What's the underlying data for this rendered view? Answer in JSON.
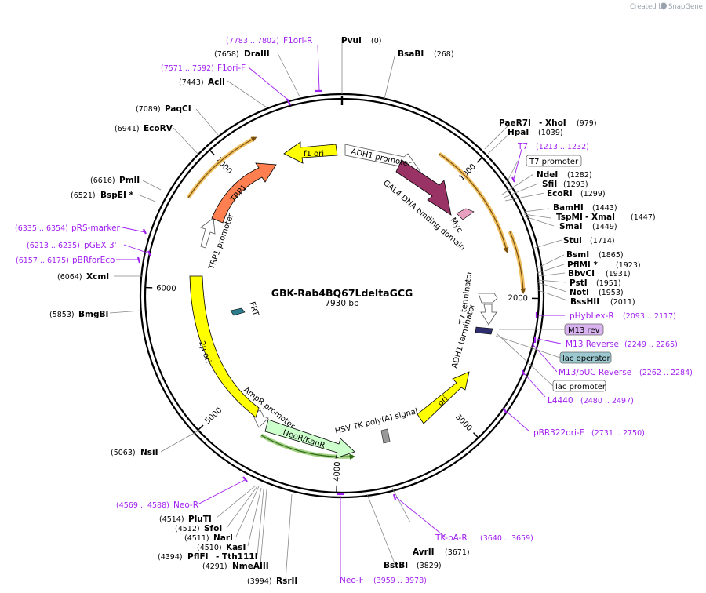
{
  "credit": {
    "text": "Created by",
    "brand": "SnapGene"
  },
  "plasmid": {
    "name": "GBK-Rab4BQ67LdeltaGCG",
    "size": "7930 bp"
  },
  "ticks": [
    "1000",
    "2000",
    "3000",
    "4000",
    "5000",
    "6000",
    "7000"
  ],
  "sites": [
    {
      "name": "PvuI",
      "coord": "(0)"
    },
    {
      "name": "BsaBI",
      "coord": "(268)"
    },
    {
      "name": "PaeR7I",
      "suffix": "- XhoI",
      "coord": "(979)"
    },
    {
      "name": "HpaI",
      "coord": "(1039)"
    },
    {
      "name": "NdeI",
      "coord": "(1282)"
    },
    {
      "name": "SfiI",
      "coord": "(1293)"
    },
    {
      "name": "EcoRI",
      "coord": "(1299)"
    },
    {
      "name": "BamHI",
      "coord": "(1443)"
    },
    {
      "name": "TspMI",
      "suffix": "- XmaI",
      "coord": "(1447)"
    },
    {
      "name": "SmaI",
      "coord": "(1449)"
    },
    {
      "name": "StuI",
      "coord": "(1714)"
    },
    {
      "name": "BsmI",
      "coord": "(1865)"
    },
    {
      "name": "PflMI *",
      "coord": "(1923)"
    },
    {
      "name": "BbvCI",
      "coord": "(1931)"
    },
    {
      "name": "PstI",
      "coord": "(1951)"
    },
    {
      "name": "NotI",
      "coord": "(1953)"
    },
    {
      "name": "BssHII",
      "coord": "(2011)"
    },
    {
      "name": "AvrII",
      "coord": "(3671)"
    },
    {
      "name": "BstBI",
      "coord": "(3829)"
    },
    {
      "name": "RsrII",
      "coord": "(3994)"
    },
    {
      "name": "NmeAIII",
      "coord": "(4291)"
    },
    {
      "name": "PflFI",
      "suffix": "- Tth111I",
      "coord": "(4394)"
    },
    {
      "name": "KasI",
      "coord": "(4510)"
    },
    {
      "name": "NarI",
      "coord": "(4511)"
    },
    {
      "name": "SfoI",
      "coord": "(4512)"
    },
    {
      "name": "PluTI",
      "coord": "(4514)"
    },
    {
      "name": "NsiI",
      "coord": "(5063)"
    },
    {
      "name": "BmgBI",
      "coord": "(5853)"
    },
    {
      "name": "XcmI",
      "coord": "(6064)"
    },
    {
      "name": "BspEI *",
      "coord": "(6521)"
    },
    {
      "name": "PmlI",
      "coord": "(6616)"
    },
    {
      "name": "EcoRV",
      "coord": "(6941)"
    },
    {
      "name": "PaqCI",
      "coord": "(7089)"
    },
    {
      "name": "AclI",
      "coord": "(7443)"
    },
    {
      "name": "DraIII",
      "coord": "(7658)"
    }
  ],
  "primers": [
    {
      "name": "F1ori-R",
      "coord": "(7783 .. 7802)"
    },
    {
      "name": "F1ori-F",
      "coord": "(7571 .. 7592)"
    },
    {
      "name": "T7",
      "coord": "(1213 .. 1232)"
    },
    {
      "name": "pHybLex-R",
      "coord": "(2093 .. 2117)"
    },
    {
      "name": "M13 Reverse",
      "coord": "(2249 .. 2265)"
    },
    {
      "name": "M13/pUC Reverse",
      "coord": "(2262 .. 2284)"
    },
    {
      "name": "L4440",
      "coord": "(2480 .. 2497)"
    },
    {
      "name": "pBR322ori-F",
      "coord": "(2731 .. 2750)"
    },
    {
      "name": "TK-pA-R",
      "coord": "(3640 .. 3659)"
    },
    {
      "name": "Neo-F",
      "coord": "(3959 .. 3978)"
    },
    {
      "name": "Neo-R",
      "coord": "(4569 .. 4588)"
    },
    {
      "name": "pRS-marker",
      "coord": "(6335 .. 6354)"
    },
    {
      "name": "pGEX 3'",
      "coord": "(6213 .. 6235)"
    },
    {
      "name": "pBRforEco",
      "coord": "(6157 .. 6175)"
    }
  ],
  "boxed": [
    {
      "name": "T7 promoter",
      "fill": "#ffffff"
    },
    {
      "name": "M13 rev",
      "fill": "#d9b3f0"
    },
    {
      "name": "lac operator",
      "fill": "#9cc9d0"
    },
    {
      "name": "lac promoter",
      "fill": "#ffffff"
    }
  ],
  "features": [
    {
      "name": "f1 ori",
      "color": "#ffff00"
    },
    {
      "name": "ADH1 promoter",
      "color": "#ffffff"
    },
    {
      "name": "GAL4 DNA binding domain",
      "color": "#993366"
    },
    {
      "name": "Myc",
      "color": "#e8a0c0"
    },
    {
      "name": "T7 terminator",
      "color": "#ffffff"
    },
    {
      "name": "ADH1 terminator",
      "color": "#ffffff"
    },
    {
      "name": "ori",
      "color": "#ffff00"
    },
    {
      "name": "HSV TK poly(A) signal",
      "color": "#999999"
    },
    {
      "name": "NeoR/KanR",
      "color": "#ccffcc"
    },
    {
      "name": "AmpR promoter",
      "color": "#ffffff"
    },
    {
      "name": "2μ ori",
      "color": "#ffff00"
    },
    {
      "name": "FRT",
      "color": "#2e7d8c"
    },
    {
      "name": "TRP1 promoter",
      "color": "#ffffff"
    },
    {
      "name": "TRP1",
      "color": "#ff7f50"
    }
  ],
  "colors": {
    "primer": "#a020f0",
    "orf_arc": "#e8a020",
    "neo_arc": "#4a9a2a",
    "ring": "#000000"
  }
}
